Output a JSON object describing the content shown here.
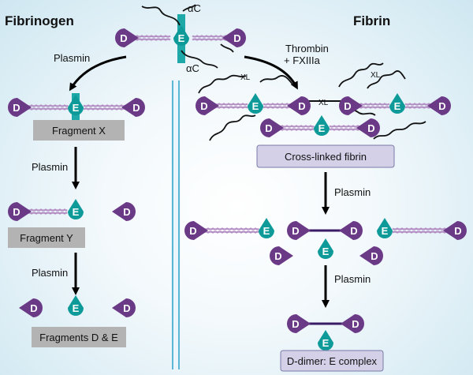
{
  "titles": {
    "left": "Fibrinogen",
    "right": "Fibrin"
  },
  "domain_labels": {
    "d": "D",
    "e": "E"
  },
  "chain_labels": {
    "alpha_c": "αC",
    "xl": "XL"
  },
  "enzyme_labels": {
    "plasmin": "Plasmin",
    "thrombin": "Thrombin",
    "fxiii": "+ FXIIIa"
  },
  "box_labels": {
    "fragment_x": "Fragment X",
    "fragment_y": "Fragment Y",
    "fragments_de": "Fragments D & E",
    "cross_linked": "Cross-linked fibrin",
    "d_dimer": "D-dimer: E complex"
  },
  "colors": {
    "d_domain": "#6b3a87",
    "e_domain": "#0f9a9a",
    "coil": "#b48fc4",
    "box_gray": "#b3b3b3",
    "box_lavender": "#d3d0e8",
    "divider": "#5bb6d6",
    "d_dimer_link": "#3a1b66"
  }
}
